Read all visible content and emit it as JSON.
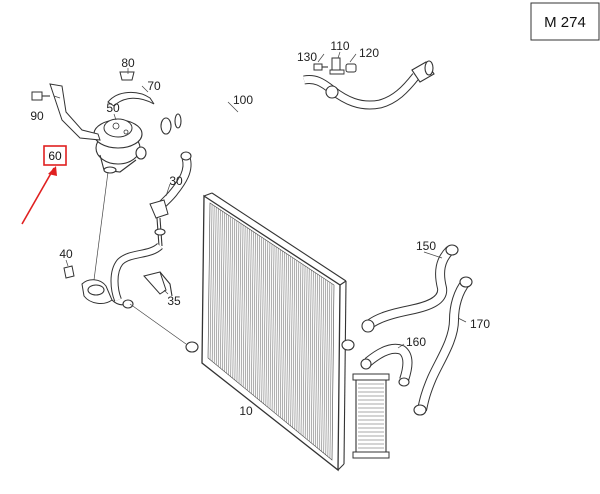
{
  "engine_code": "M 274",
  "highlighted_part": "60",
  "accent_color": "#e02020",
  "parts": {
    "p10": "10",
    "p30": "30",
    "p35": "35",
    "p40": "40",
    "p50": "50",
    "p60": "60",
    "p70": "70",
    "p80": "80",
    "p90": "90",
    "p100": "100",
    "p110": "110",
    "p120": "120",
    "p130": "130",
    "p150": "150",
    "p160": "160",
    "p170": "170"
  }
}
